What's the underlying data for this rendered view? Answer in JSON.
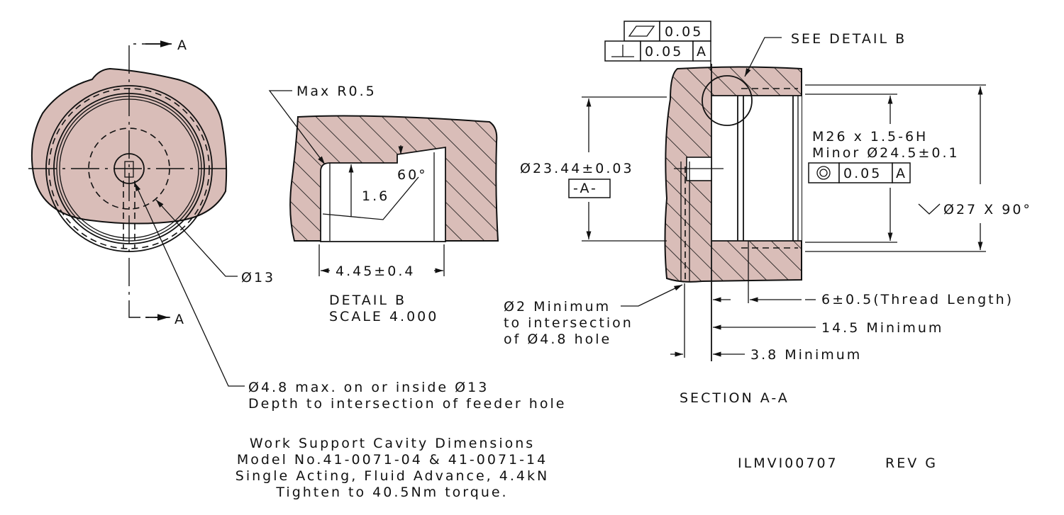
{
  "colors": {
    "material": "#d9bdb8",
    "line": "#111111"
  },
  "front_view": {
    "section_mark_top": "A",
    "section_mark_bottom": "A",
    "dia13_label": "Ø13"
  },
  "detail_b": {
    "max_radius": "Max R0.5",
    "roughness": "1.6",
    "angle": "60°",
    "width_dim": "4.45±0.4",
    "title": "DETAIL  B",
    "scale": "SCALE  4.000"
  },
  "section": {
    "flatness": {
      "symbol": "flatness-icon",
      "value": "0.05"
    },
    "perpendicularity": {
      "symbol": "perpendicularity-icon",
      "value": "0.05",
      "datum": "A"
    },
    "see_detail": "SEE DETAIL  B",
    "bore_dia": "Ø23.44±0.03",
    "datum_label": "-A-",
    "thread_line1": "M26 x 1.5-6H",
    "thread_line2": "Minor Ø24.5±0.1",
    "concentricity": {
      "symbol": "concentricity-icon",
      "value": "0.05",
      "datum": "A"
    },
    "countersink": "Ø27 X 90°",
    "thread_length": "6±0.5(Thread Length)",
    "min_145": "14.5 Minimum",
    "min_38": "3.8 Minimum",
    "feeder_note": [
      "Ø2 Minimum",
      "to intersection",
      "of Ø4.8 hole"
    ],
    "title": "SECTION  A-A"
  },
  "hole_note": [
    "Ø4.8 max. on or inside Ø13",
    "Depth to intersection of feeder hole"
  ],
  "title_block": [
    "Work Support Cavity Dimensions",
    "Model No.41-0071-04 & 41-0071-14",
    "Single Acting, Fluid Advance, 4.4kN",
    "Tighten to 40.5Nm torque."
  ],
  "drawing_number": "ILMVI00707",
  "revision": "REV G"
}
